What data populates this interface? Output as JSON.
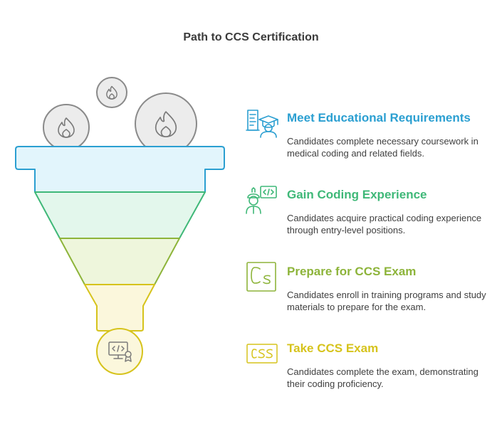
{
  "title": "Path to CCS Certification",
  "colors": {
    "step1": "#2b9fd1",
    "step2": "#3fb878",
    "step3": "#8db43a",
    "step4": "#d6c31c"
  },
  "steps": [
    {
      "heading": "Meet Educational Requirements",
      "description": "Candidates complete necessary coursework in medical coding and related fields.",
      "icon": "graduate-books-icon"
    },
    {
      "heading": "Gain Coding Experience",
      "description": "Candidates acquire practical coding experience through entry-level positions.",
      "icon": "coder-worker-icon"
    },
    {
      "heading": "Prepare for CCS Exam",
      "description": "Candidates enroll in training programs and study materials to prepare for the exam.",
      "icon": "cs-letters-icon"
    },
    {
      "heading": "Take CCS Exam",
      "description": "Candidates complete the exam, demonstrating their coding proficiency.",
      "icon": "css-tag-icon"
    }
  ],
  "output": {
    "icon": "certified-coder-icon"
  },
  "inputs": [
    "fire-icon",
    "fire-icon",
    "fire-icon"
  ]
}
